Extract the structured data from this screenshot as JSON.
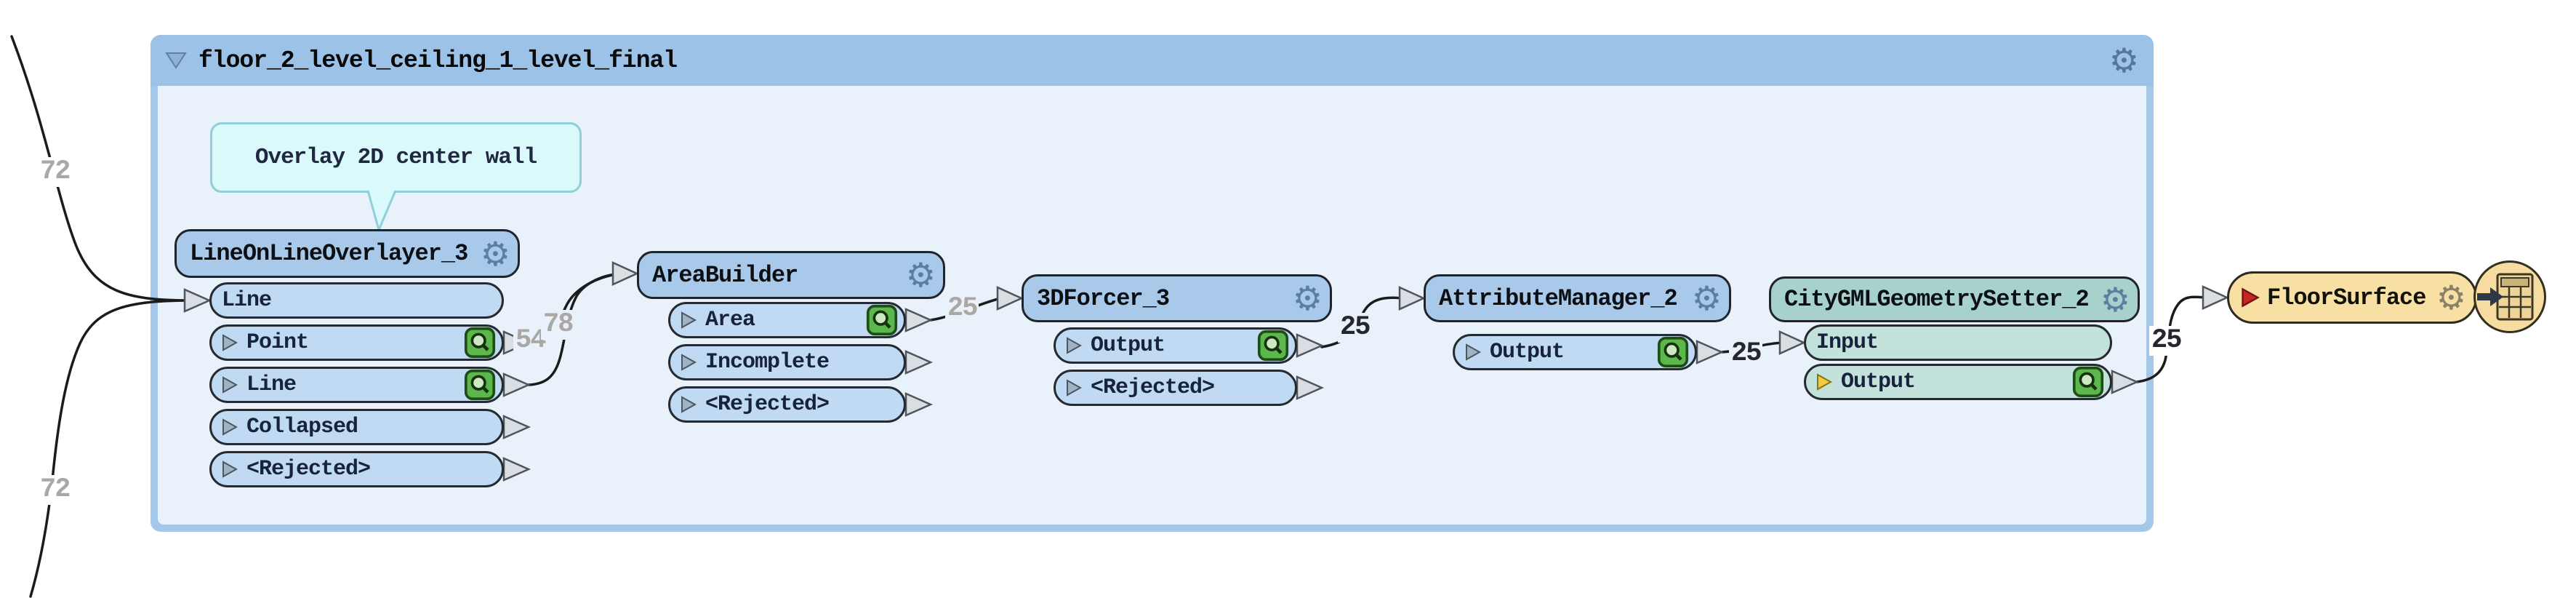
{
  "bookmark": {
    "title": "floor_2_level_ceiling_1_level_final"
  },
  "annotation": {
    "text": "Overlay 2D center wall"
  },
  "icons": {
    "gear": "⚙",
    "collapse": "bookmark-collapse-triangle",
    "inspector": "magnifier-in-green-square",
    "writer_badge": "table-with-arrow"
  },
  "colors": {
    "transformer_header": "#a9c9ea",
    "transformer_port": "#bfdaf2",
    "teal_header": "#a6d2cb",
    "teal_port": "#c3e2db",
    "writer_fill": "#f8dfa4",
    "bookmark_header": "#9cc3e7",
    "bookmark_body": "#e9f2fa",
    "annotation_fill": "#d9f9fa",
    "connection_line": "#1b1b1b",
    "count_gray": "#aaa7a4",
    "count_dark": "#26272e",
    "inspector_green": "#5cb84c",
    "rejected_port_color": "#bfdaf2",
    "writer_arrow": "#2c3947"
  },
  "nodes": [
    {
      "title": "LineOnLineOverlayer_3",
      "ports": [
        {
          "label": "Line",
          "dir": "in"
        },
        {
          "label": "Point",
          "dir": "out",
          "inspector": true
        },
        {
          "label": "Line",
          "dir": "out",
          "inspector": true
        },
        {
          "label": "Collapsed",
          "dir": "out"
        },
        {
          "label": "<Rejected>",
          "dir": "out"
        }
      ]
    },
    {
      "title": "AreaBuilder",
      "ports": [
        {
          "label": "Area",
          "dir": "out",
          "inspector": true
        },
        {
          "label": "Incomplete",
          "dir": "out"
        },
        {
          "label": "<Rejected>",
          "dir": "out"
        }
      ]
    },
    {
      "title": "3DForcer_3",
      "ports": [
        {
          "label": "Output",
          "dir": "out",
          "inspector": true
        },
        {
          "label": "<Rejected>",
          "dir": "out"
        }
      ]
    },
    {
      "title": "AttributeManager_2",
      "ports": [
        {
          "label": "Output",
          "dir": "out",
          "inspector": true
        }
      ]
    },
    {
      "title": "CityGMLGeometrySetter_2",
      "ports": [
        {
          "label": "Input",
          "dir": "in"
        },
        {
          "label": "Output",
          "dir": "out",
          "inspector": true,
          "port_arrow_color": "yellow"
        }
      ]
    },
    {
      "title": "FloorSurface",
      "type": "writer-feature-type"
    }
  ],
  "connections": [
    {
      "from": "off-canvas-upper-left",
      "to": "LineOnLineOverlayer_3.Line",
      "count": "72"
    },
    {
      "from": "off-canvas-lower-left",
      "to": "LineOnLineOverlayer_3.Line",
      "count": "72"
    },
    {
      "from": "LineOnLineOverlayer_3.Point",
      "to": "AreaBuilder",
      "count": "54"
    },
    {
      "from": "LineOnLineOverlayer_3.Line",
      "to": "AreaBuilder",
      "count": "78"
    },
    {
      "from": "AreaBuilder.Area",
      "to": "3DForcer_3",
      "count": "25"
    },
    {
      "from": "3DForcer_3.Output",
      "to": "AttributeManager_2",
      "count": "25"
    },
    {
      "from": "AttributeManager_2.Output",
      "to": "CityGMLGeometrySetter_2.Input",
      "count": "25"
    },
    {
      "from": "CityGMLGeometrySetter_2.Output",
      "to": "FloorSurface",
      "count": "25"
    }
  ]
}
